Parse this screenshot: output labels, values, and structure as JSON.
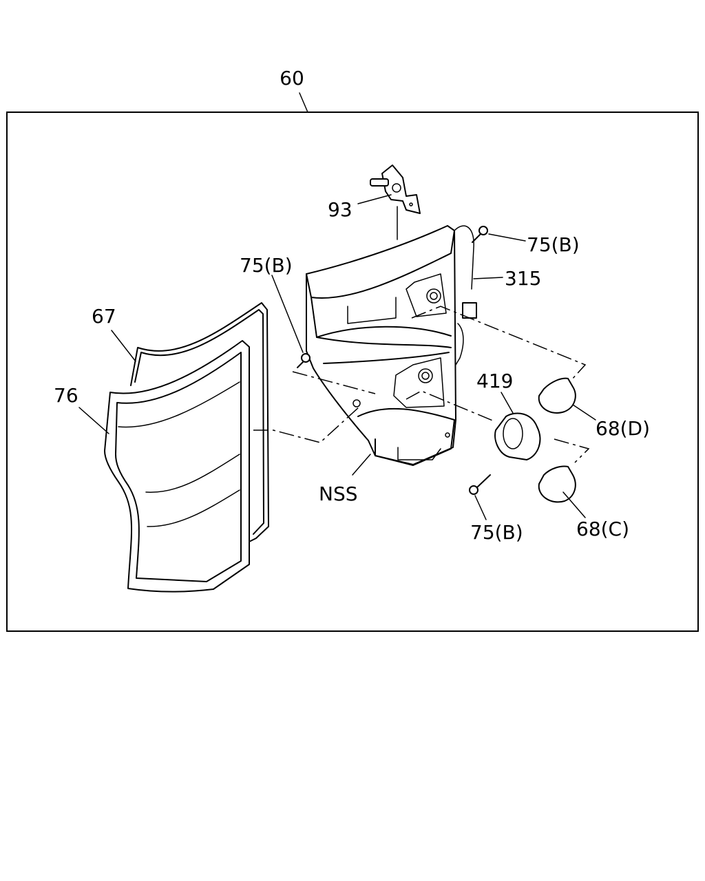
{
  "labels": {
    "assembly": "60",
    "bracket": "93",
    "screw_top_right": "75(B)",
    "screw_top_left": "75(B)",
    "screw_bottom": "75(B)",
    "harness": "315",
    "gasket": "67",
    "lens": "76",
    "socket": "419",
    "bulb_d": "68(D)",
    "bulb_c": "68(C)",
    "housing": "NSS"
  }
}
